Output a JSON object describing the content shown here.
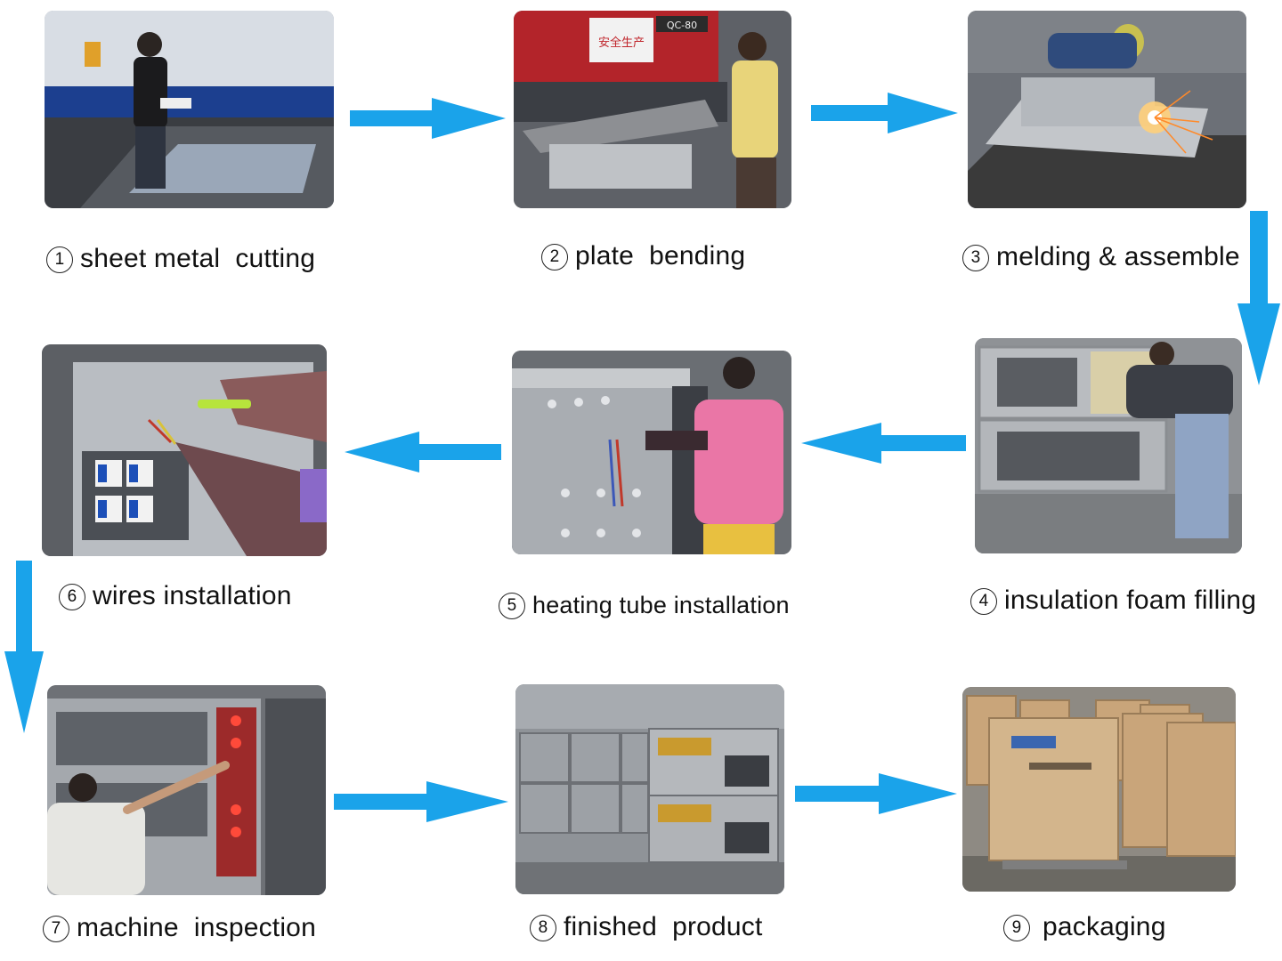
{
  "theme": {
    "arrow_color": "#1aa3ea",
    "caption_color": "#111111"
  },
  "steps": [
    {
      "number": "1",
      "label": "sheet metal  cutting"
    },
    {
      "number": "2",
      "label": "plate  bending"
    },
    {
      "number": "3",
      "label": "melding & assemble"
    },
    {
      "number": "4",
      "label": "insulation foam filling"
    },
    {
      "number": "5",
      "label": "heating tube installation"
    },
    {
      "number": "6",
      "label": "wires installation"
    },
    {
      "number": "7",
      "label": "machine  inspection"
    },
    {
      "number": "8",
      "label": "finished  product"
    },
    {
      "number": "9",
      "label": "packaging"
    }
  ],
  "photo_signage": {
    "bending_machine_model": "QC-80",
    "safety_sign": "安全生产"
  }
}
